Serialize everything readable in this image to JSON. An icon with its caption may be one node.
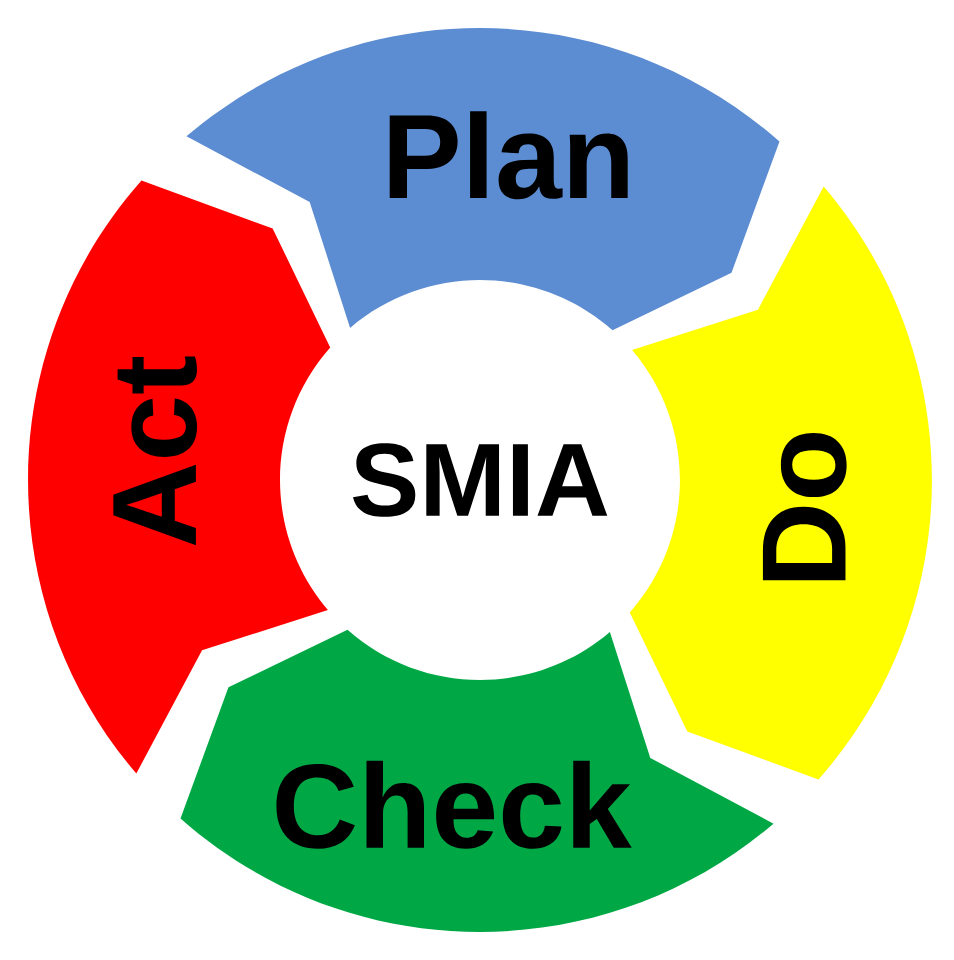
{
  "diagram": {
    "nodes": [
      {
        "text": [
          "Plan"
        ]
      },
      {
        "text": [
          "Act"
        ]
      },
      {
        "text": [
          "SMIA"
        ]
      },
      {
        "text": [
          "Do"
        ]
      },
      {
        "text": [
          "Check"
        ]
      }
    ]
  }
}
